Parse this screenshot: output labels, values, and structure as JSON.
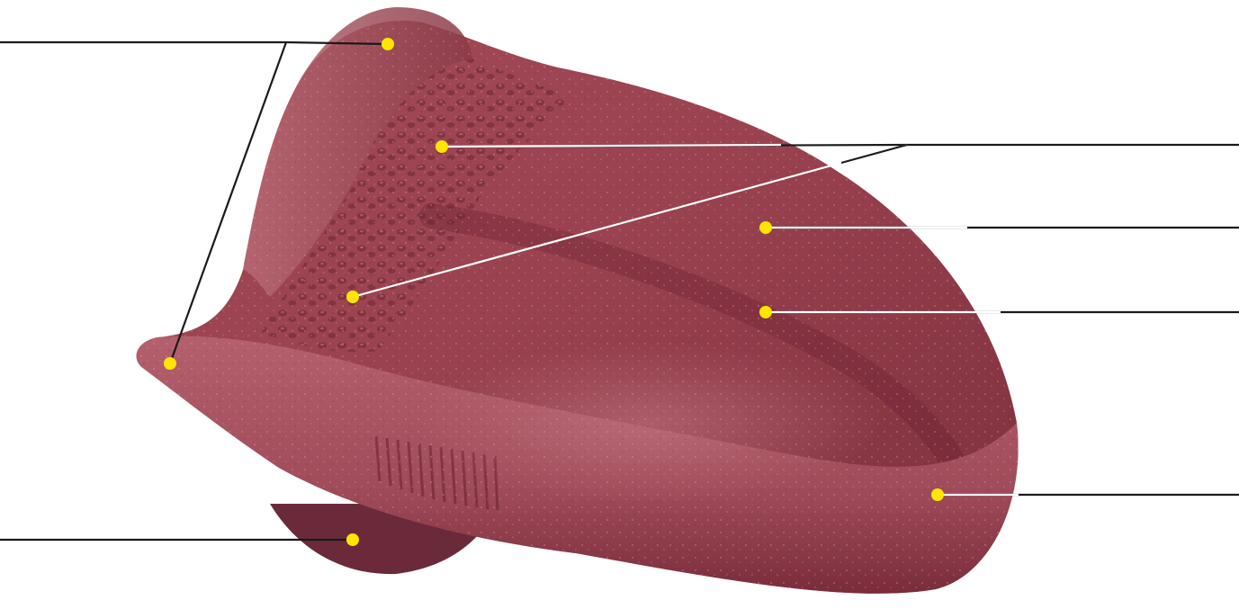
{
  "figure": {
    "subject": "tongue",
    "background_color": "#ffffff",
    "tissue_colors": {
      "mucosa_base": "#9a4250",
      "mucosa_light": "#b8606e",
      "mucosa_dark": "#5e1c28",
      "papillae": "#7a2e3a"
    },
    "marker_color": "#ffe600",
    "leader_color_outside": "#1a1a1a",
    "leader_color_on_tissue": "#ffffff",
    "markers": [
      {
        "id": "marker-1",
        "side": "left"
      },
      {
        "id": "marker-2",
        "side": "left"
      },
      {
        "id": "marker-3",
        "side": "right"
      },
      {
        "id": "marker-4",
        "side": "right"
      },
      {
        "id": "marker-5",
        "side": "right"
      },
      {
        "id": "marker-6",
        "side": "right"
      },
      {
        "id": "marker-7",
        "side": "right"
      },
      {
        "id": "marker-8",
        "side": "left"
      }
    ]
  }
}
